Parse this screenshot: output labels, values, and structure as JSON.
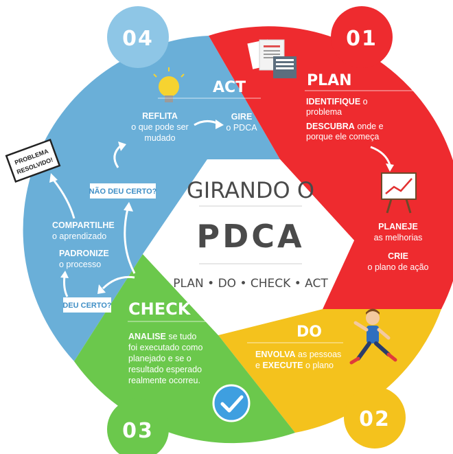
{
  "colors": {
    "plan": "#ee2b2f",
    "do": "#f4c21d",
    "check": "#6bc84c",
    "act": "#6aafd8",
    "act_light": "#8ec6e6",
    "center_text": "#4a4a4a"
  },
  "center": {
    "line1": "GIRANDO O",
    "line2": "PDCA",
    "line3": "PLAN • DO • CHECK • ACT"
  },
  "plan": {
    "number": "01",
    "title": "PLAN",
    "l1a": "IDENTIFIQUE",
    "l1b": " o",
    "l2": "problema",
    "l3a": "DESCUBRA",
    "l3b": " onde e",
    "l4": "porque ele começa",
    "l5": "PLANEJE",
    "l6": "as melhorias",
    "l7": "CRIE",
    "l8": "o plano de ação",
    "icons": [
      "documents-icon",
      "chart-board-icon"
    ]
  },
  "do": {
    "number": "02",
    "title": "DO",
    "l1a": "ENVOLVA",
    "l1b": " as pessoas",
    "l2a": "e ",
    "l2b": "EXECUTE",
    "l2c": " o plano",
    "icons": [
      "runner-icon"
    ]
  },
  "check": {
    "number": "03",
    "title": "CHECK",
    "l1a": "ANALISE",
    "l1b": " se tudo",
    "l2": "foi executado como",
    "l3": "planejado e se o",
    "l4": "resultado esperado",
    "l5": "realmente ocorreu.",
    "icons": [
      "checkmark-icon"
    ]
  },
  "act": {
    "number": "04",
    "title": "ACT",
    "reflita1": "REFLITA",
    "reflita2": "o que pode ser",
    "reflita3": "mudado",
    "gire1": "GIRE",
    "gire2": "o PDCA",
    "nao_deu": "NÃO DEU CERTO?",
    "deu_certo": "DEU CERTO?",
    "comp1": "COMPARTILHE",
    "comp2": "o aprendizado",
    "pad1": "PADRONIZE",
    "pad2": "o processo",
    "stamp1": "PROBLEMA",
    "stamp2": "RESOLVIDO!",
    "icons": [
      "lightbulb-icon",
      "stamp-sign-icon"
    ]
  }
}
